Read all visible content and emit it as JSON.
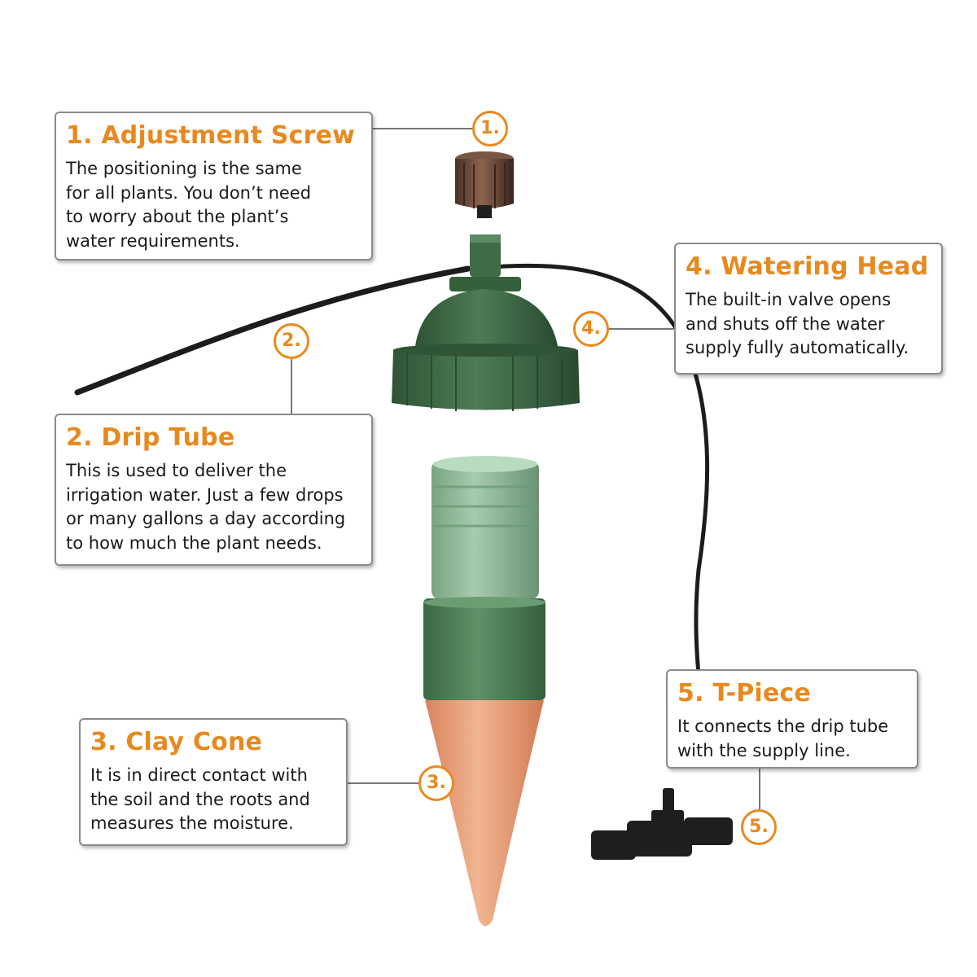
{
  "callouts": [
    {
      "number": "1.",
      "title": "1. Adjustment Screw",
      "text": "The positioning is the same\nfor all plants. You don’t need\nto worry about the plant’s\nwater requirements."
    },
    {
      "number": "2.",
      "title": "2. Drip Tube",
      "text": "This is used to deliver the\nirrigation water. Just a few drops\nor many gallons a day according\nto how much the plant needs."
    },
    {
      "number": "3.",
      "title": "3. Clay Cone",
      "text": "It is in direct contact with\nthe soil and the roots and\nmeasures the moisture."
    },
    {
      "number": "4.",
      "title": "4. Watering Head",
      "text": "The built-in valve opens\nand shuts off the water\nsupply fully automatically."
    },
    {
      "number": "5.",
      "title": "5. T-Piece",
      "text": "It connects the drip tube\nwith the supply line."
    }
  ],
  "colors": {
    "accent": "#e8891e",
    "head_green": "#3e6a45",
    "clay": "#e9a07a",
    "tube": "#1c1c1c",
    "screw_brown": "#6b4a3a"
  },
  "icons": [
    "adjustment-screw",
    "watering-head",
    "drip-tube",
    "reservoir-cone",
    "t-piece"
  ]
}
